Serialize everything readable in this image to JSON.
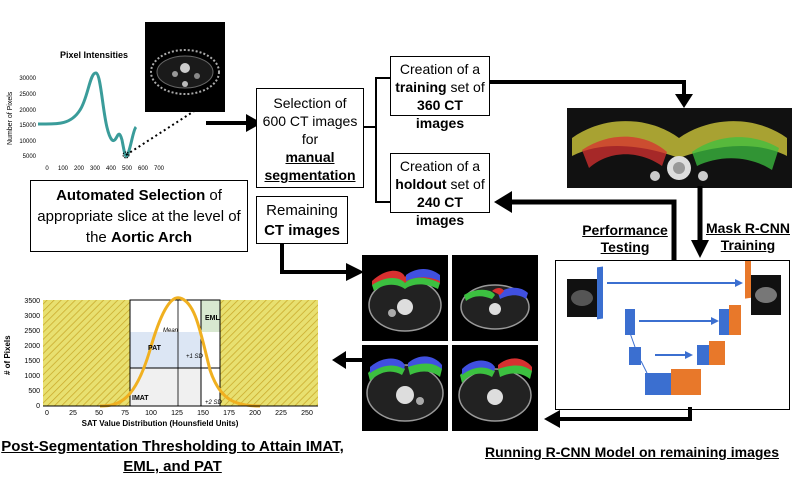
{
  "pixel_chart": {
    "title": "Pixel Intensities",
    "ylabel": "Number of Pixels",
    "y_ticks": [
      "30000",
      "25000",
      "20000",
      "15000",
      "10000",
      "5000"
    ],
    "x_ticks": [
      "0",
      "100",
      "200",
      "300",
      "400",
      "500",
      "600",
      "700"
    ]
  },
  "auto_select": {
    "part1": "Automated Selection",
    "part2": " of appropriate slice at the level of the ",
    "part3": "Aortic Arch"
  },
  "selection_box": {
    "line1": "Selection of",
    "line2": "600 CT images",
    "line3": "for",
    "line4": "manual",
    "line5": "segmentation"
  },
  "remaining_box": {
    "line1": "Remaining",
    "line2": "CT images"
  },
  "training_box": {
    "line1": "Creation of a",
    "line2a": "training",
    "line2b": " set of",
    "line3": "360 CT images"
  },
  "holdout_box": {
    "line1": "Creation of a",
    "line2a": "holdout",
    "line2b": " set of",
    "line3": "240 CT images"
  },
  "labels": {
    "performance": "Performance Testing",
    "performance_l1": "Performance",
    "performance_l2": "Testing",
    "maskrcnn_l1": "Mask R-CNN",
    "maskrcnn_l2": "Training",
    "running": "Running R-CNN Model on remaining images",
    "post_l1": "Post-Segmentation Thresholding to Attain IMAT,",
    "post_l2": "EML, and PAT"
  },
  "sat_chart": {
    "y_title": "# of Pixels",
    "x_title": "SAT Value Distribution (Hounsfield Units)",
    "y_ticks": [
      "3500",
      "3000",
      "2500",
      "2000",
      "1500",
      "1000",
      "500",
      "0"
    ],
    "x_ticks": [
      "0",
      "25",
      "50",
      "75",
      "100",
      "125",
      "150",
      "175",
      "200",
      "225",
      "250"
    ],
    "regions": {
      "eml": "EML",
      "pat": "PAT",
      "imat": "IMAT"
    },
    "annotations": {
      "mean": "Mean",
      "plus1": "+1 SD",
      "plus2": "+2 SD"
    }
  },
  "colors": {
    "pixel_curve": "#3a9c9a",
    "sat_curve": "#f0b020",
    "hatch_bg": "#e8e070",
    "hatch_line": "#c9a82a",
    "cnn_blue": "#3b6fd0",
    "cnn_orange": "#e8782a",
    "seg_red": "#d83030",
    "seg_green": "#3cc040",
    "seg_yellow": "#e8e040",
    "seg_blue": "#4050e0"
  }
}
